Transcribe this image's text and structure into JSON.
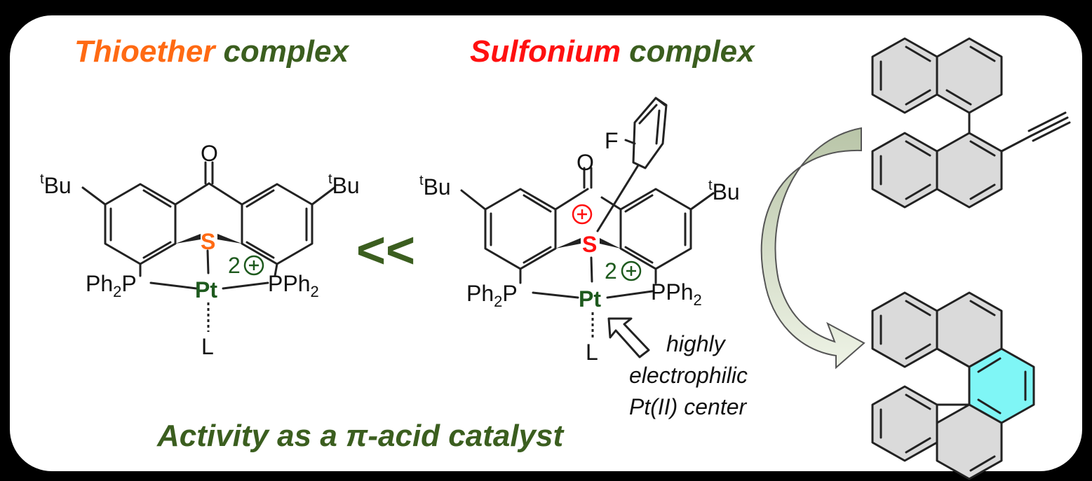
{
  "titles": {
    "left_word": "Thioether",
    "left_rest": "complex",
    "mid_word": "Sulfonium",
    "mid_rest": "complex",
    "bottom": "Activity as a π-acid catalyst"
  },
  "comparison": "<<",
  "atoms": {
    "oxygen": "O",
    "sulfur": "S",
    "platinum": "Pt",
    "ligand": "L",
    "fluorine": "F",
    "tbu_sup": "t",
    "tbu": "Bu",
    "ph2p_ph": "Ph",
    "ph2p_sub": "2",
    "ph2p_p": "P",
    "pph2_p": "P",
    "pph2_ph": "Ph",
    "pph2_sub": "2",
    "charge_num": "2",
    "plus": "+"
  },
  "annotation": [
    "highly",
    "electrophilic",
    "Pt(II) center"
  ],
  "colors": {
    "orange": "#ff6a13",
    "red": "#ff1010",
    "green": "#3b5e1f",
    "pt_green": "#1e5a1e",
    "cyan": "#7ff6f6",
    "ring_fill": "#dadada"
  }
}
